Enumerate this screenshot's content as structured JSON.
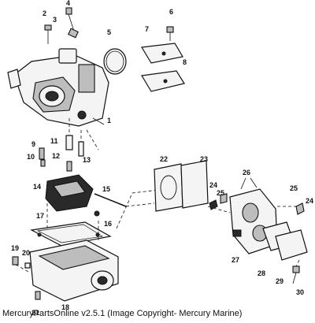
{
  "callouts": [
    "1",
    "2",
    "3",
    "4",
    "5",
    "6",
    "7",
    "8",
    "9",
    "10",
    "11",
    "12",
    "13",
    "14",
    "15",
    "16",
    "17",
    "18",
    "19",
    "20",
    "21",
    "22",
    "23",
    "24",
    "25",
    "26",
    "27",
    "28",
    "29",
    "30"
  ],
  "caption": "MercuryPartsOnline v2.5.1 (Image Copyright- Mercury Marine)"
}
